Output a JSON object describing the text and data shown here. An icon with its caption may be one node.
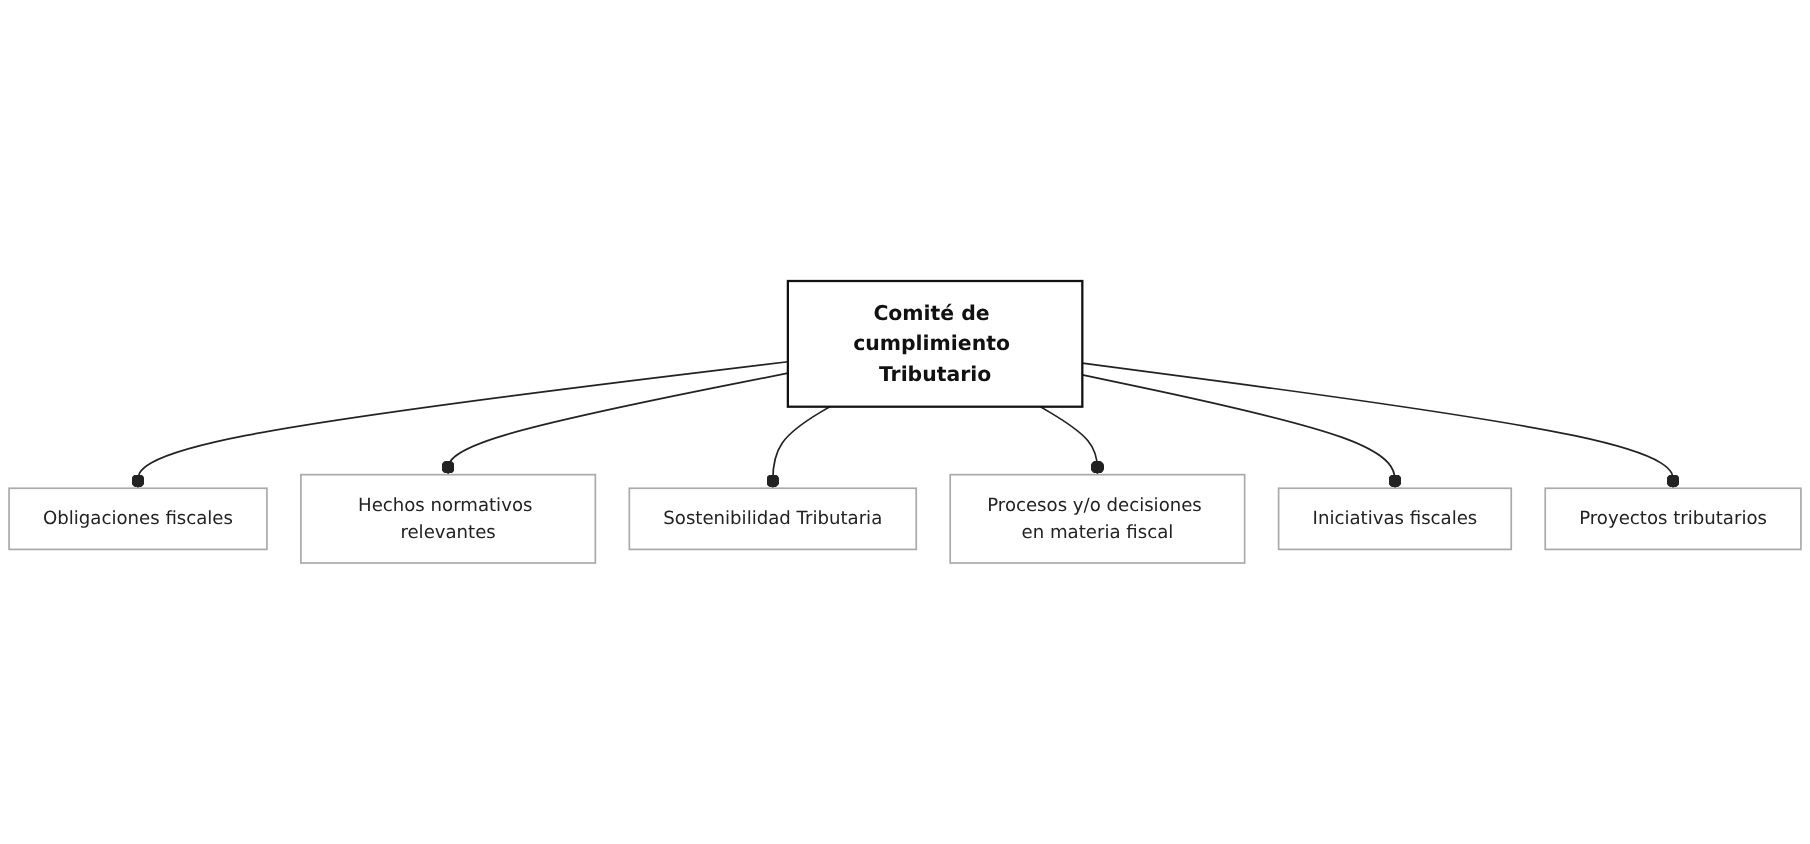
{
  "diagram": {
    "nodes": [
      {
        "text": [
          "Obligaciones fiscales"
        ]
      },
      {
        "text": [
          "Hechos normativos relevantes"
        ]
      },
      {
        "text": [
          "Sostenibilidad Tributaria"
        ]
      },
      {
        "text": [
          "Comité de cumplimiento Tributario"
        ]
      },
      {
        "text": [
          "Procesos y/o decisiones en materia fiscal"
        ]
      },
      {
        "text": [
          "Iniciativas fiscales"
        ]
      },
      {
        "text": [
          "Proyectos tributarios"
        ]
      }
    ],
    "edges": [
      {
        "from": 3,
        "to": 0,
        "arrow": "other"
      },
      {
        "from": 3,
        "to": 1,
        "arrow": "other"
      },
      {
        "from": 3,
        "to": 2,
        "arrow": "other"
      },
      {
        "from": 3,
        "to": 4,
        "arrow": "other"
      },
      {
        "from": 3,
        "to": 5,
        "arrow": "other"
      },
      {
        "from": 3,
        "to": 6,
        "arrow": "other"
      }
    ]
  }
}
